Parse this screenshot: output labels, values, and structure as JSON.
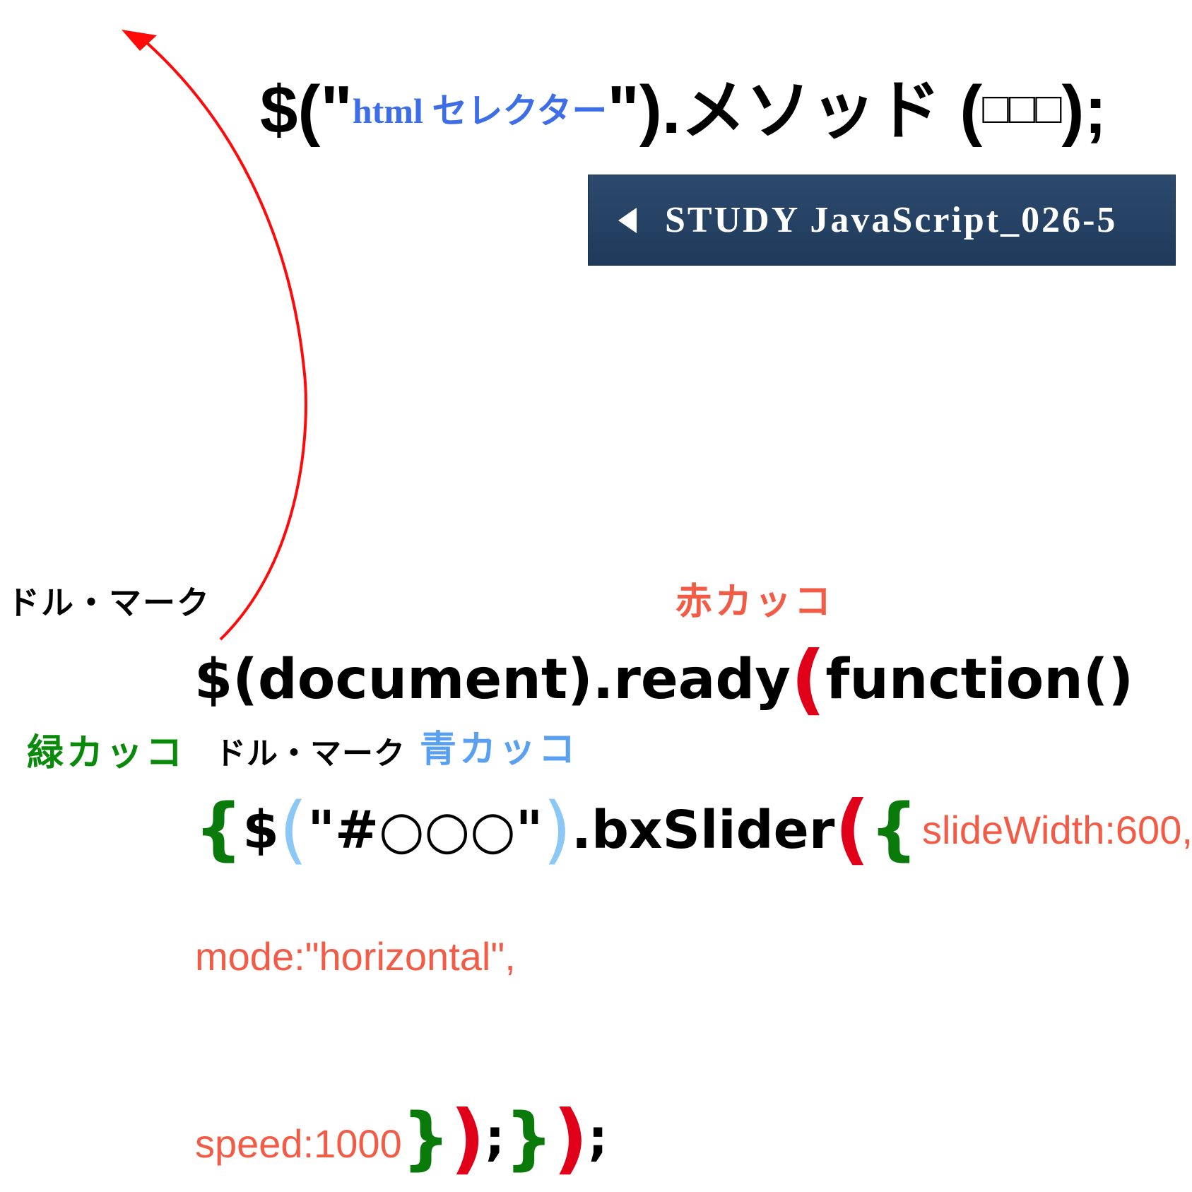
{
  "syntax": {
    "open": "$(\"",
    "selector": "html セレクター",
    "close": "\").",
    "method": "メソッド",
    "args_open": "(",
    "args": "□□□",
    "args_close": ");"
  },
  "banner": {
    "label": "STUDY JavaScript_026-5"
  },
  "annotations": {
    "dollar_mark_1": "ドル・マーク",
    "red_paren": "赤カッコ",
    "green_brace": "緑カッコ",
    "dollar_mark_2": "ドル・マーク",
    "blue_paren": "青カッコ"
  },
  "code": {
    "line1_prefix": "$(document).ready",
    "line1_red_paren": "(",
    "line1_suffix": "function()",
    "line2_brace": "{",
    "line2_dollar": "$",
    "line2_blue_open": "(",
    "line2_selector": "\"#○○○\"",
    "line2_blue_close": ")",
    "line2_method": ".bxSlider",
    "line2_red_paren": "(",
    "line2_brace2": "{",
    "opt_slidewidth": "slideWidth:600,",
    "opt_mode": "mode:\"horizontal\",",
    "opt_speed": "speed:1000",
    "tail_brace1": "}",
    "tail_paren1": ")",
    "tail_semi1": ";",
    "tail_brace2": "}",
    "tail_paren2": ")",
    "tail_semi2": ";"
  },
  "colors": {
    "arrow": "#ff0a0a",
    "selector_text": "#3e6ee6",
    "red_paren": "#e0001a",
    "blue_paren": "#8cc8f6",
    "green_brace": "#0a7a0a",
    "options_text": "#f25c46",
    "banner_bg": "#2c4a6e"
  }
}
